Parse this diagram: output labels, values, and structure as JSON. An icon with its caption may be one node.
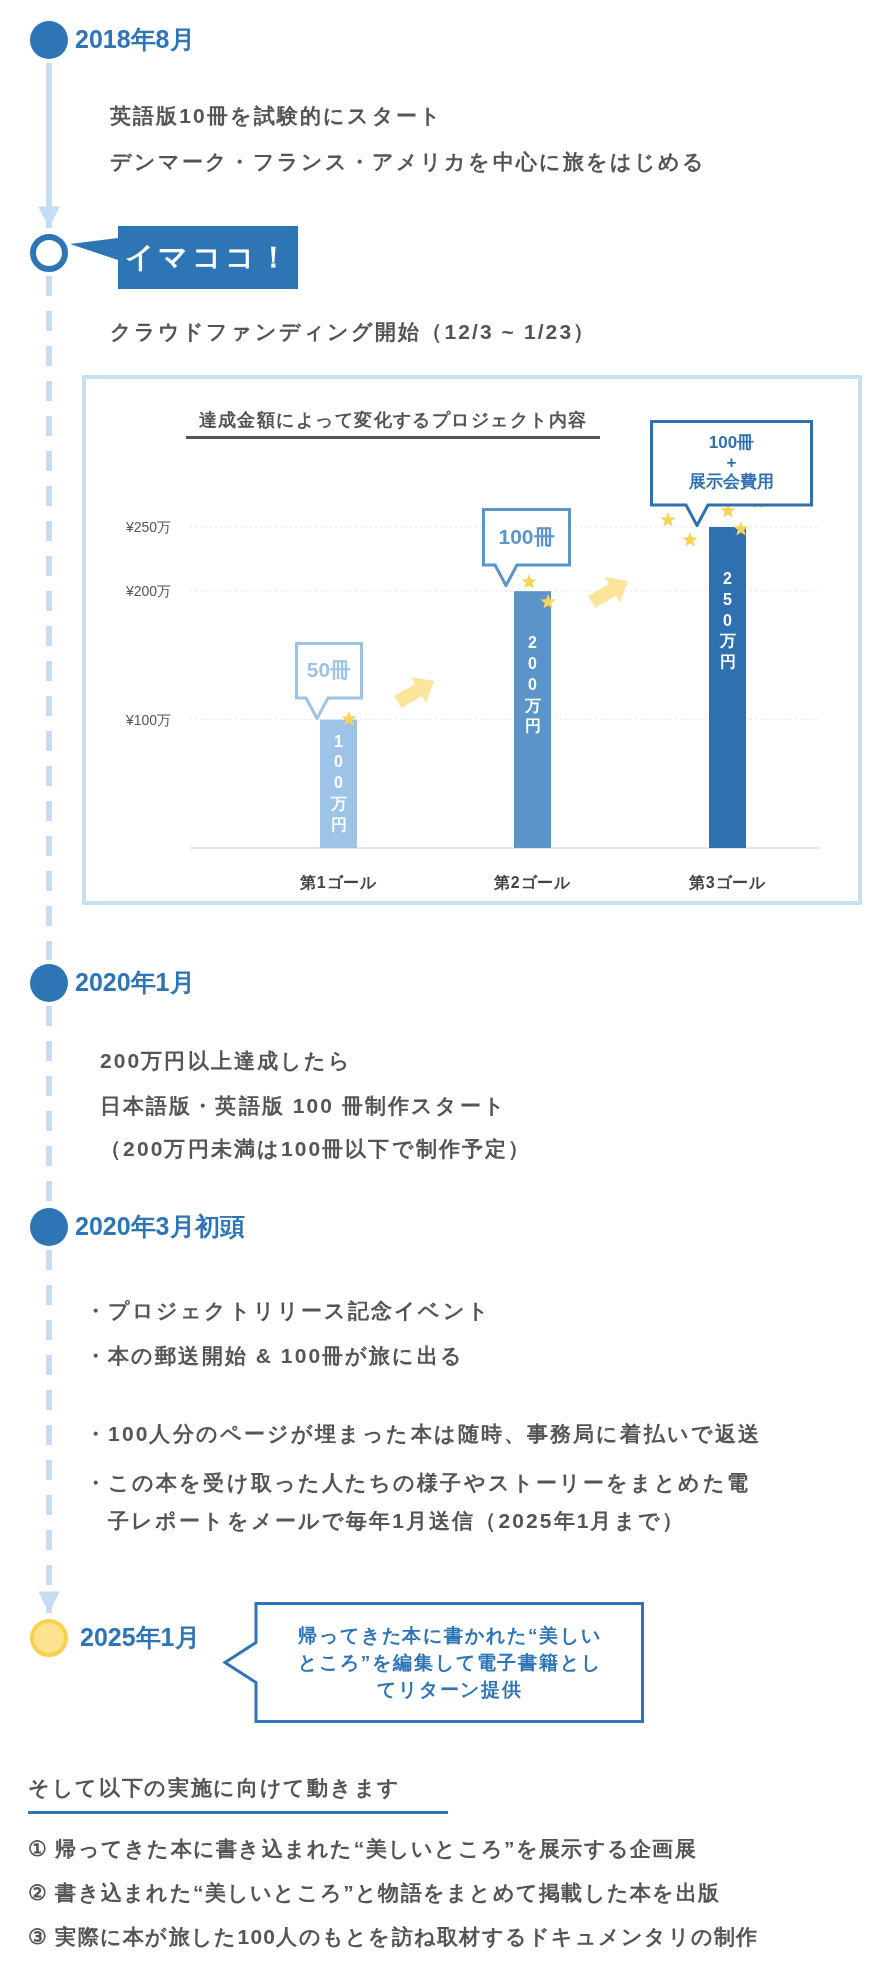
{
  "diagram": {
    "nodes": [
      {
        "text": [],
        "shape": "circle",
        "beside": [
          "2018年8月"
        ]
      },
      {
        "text": [],
        "shape": "circle"
      },
      {
        "text": [
          "イマココ！"
        ]
      },
      {
        "text": [],
        "shape": "circle",
        "beside": [
          "2020年1月"
        ]
      },
      {
        "text": [],
        "shape": "circle",
        "beside": [
          "2020年3月初頭"
        ]
      },
      {
        "text": [],
        "shape": "circle",
        "beside": [
          "2025年1月"
        ]
      },
      {
        "text": [
          "帰ってきた本に書かれた“美しいところ”を編集して電子書籍としてリターン提供"
        ]
      }
    ],
    "edges": [
      {
        "from": 0,
        "to": 1,
        "arrow": "to"
      },
      {
        "from": 1,
        "to": 3,
        "arrow": "none",
        "style": "dashed"
      },
      {
        "from": 3,
        "to": 4,
        "arrow": "none",
        "style": "dashed"
      },
      {
        "from": 4,
        "to": 5,
        "arrow": "to",
        "style": "dashed"
      }
    ],
    "labels": [
      "英語版10冊を試験的にスタート",
      "デンマーク・フランス・アメリカを中心に旅をはじめる",
      "クラウドファンディング開始（12/3 ~ 1/23）",
      "**200万円以上**達成したら",
      "日本語版・英語版 **100 冊**制作スタート",
      "（200万円未満は100冊以下で制作予定）",
      "・プロジェクトリリース**記念イベント**",
      "・本の**郵送開始** & 100冊が旅に出る",
      "・100人分のページが埋まった本は随時、**事務局に着払いで返送**",
      "・この本を受け取った人たちの様子やストーリーをまとめた**電子レポート**をメールで毎年1月送信（2025年1月まで）",
      "そして以下の実施に向けて動きます",
      "**①** 帰ってきた本に書き込まれた“美しいところ”を展示する企画展",
      "**②** 書き込まれた“美しいところ”と物語をまとめて掲載した本を出版",
      "**③** 実際に本が旅した100人のもとを訪ね取材するドキュメンタリの制作"
    ],
    "chart_data": {
      "type": "bar",
      "title": "達成金額によって変化するプロジェクト内容",
      "categories": [
        "第1ゴール",
        "第2ゴール",
        "第3ゴール"
      ],
      "values": [
        100,
        200,
        250
      ],
      "ylim": [
        0,
        250
      ],
      "yticks": [
        {
          "value": 100,
          "label": "¥100万"
        },
        {
          "value": 200,
          "label": "¥200万"
        },
        {
          "value": 250,
          "label": "¥250万"
        }
      ],
      "value_labels": [
        "100万円",
        "200万円",
        "250万円"
      ],
      "annotations": [
        {
          "text": "50冊",
          "x": "第1ゴール",
          "y": 100
        },
        {
          "text": "100冊",
          "x": "第2ゴール",
          "y": 200
        },
        {
          "text": "100冊 + 展示会費用",
          "x": "第3ゴール",
          "y": 250
        }
      ]
    }
  }
}
